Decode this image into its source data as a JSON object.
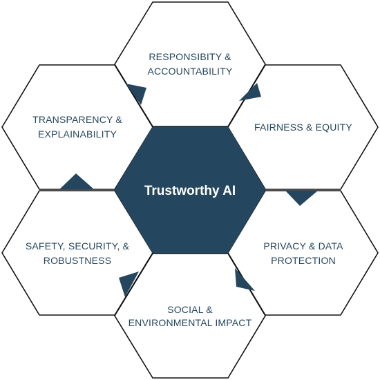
{
  "center": {
    "label": "Trustworthy AI",
    "fill": "#24465e"
  },
  "accent": "#24465e",
  "principles": [
    {
      "id": "responsibility",
      "line1": "RESPONSIBITY &",
      "line2": "ACCOUNTABILITY"
    },
    {
      "id": "fairness",
      "line1": "FAIRNESS & EQUITY",
      "line2": ""
    },
    {
      "id": "privacy",
      "line1": "PRIVACY & DATA",
      "line2": "PROTECTION"
    },
    {
      "id": "social",
      "line1": "SOCIAL &",
      "line2": "ENVIRONMENTAL IMPACT"
    },
    {
      "id": "safety",
      "line1": "SAFETY, SECURITY, &",
      "line2": "ROBUSTNESS"
    },
    {
      "id": "transparency",
      "line1": "TRANSPARENCY &",
      "line2": "EXPLAINABILITY"
    }
  ]
}
